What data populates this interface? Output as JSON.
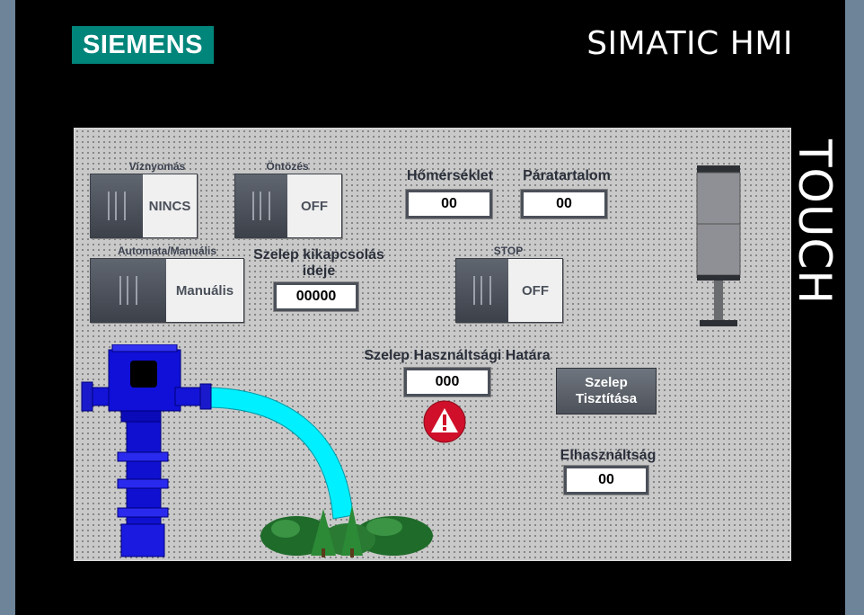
{
  "brand": {
    "logo": "SIEMENS",
    "product": "SIMATIC HMI",
    "panel_type": "TOUCH"
  },
  "screen": {
    "viznyomas": {
      "label": "Víznyomás",
      "value": "NINCS"
    },
    "ontozes": {
      "label": "Öntözés",
      "value": "OFF"
    },
    "automata": {
      "label": "Automata/Manuális",
      "value": "Manuális"
    },
    "stop": {
      "label": "STOP",
      "value": "OFF"
    },
    "homerseklet": {
      "label": "Hőmérséklet",
      "value": "00"
    },
    "paratartalom": {
      "label": "Páratartalom",
      "value": "00"
    },
    "szelep_ido": {
      "label_line1": "Szelep kikapcsolás",
      "label_line2": "ideje",
      "value": "00000"
    },
    "hasznalati_hatar": {
      "label": "Szelep Használtsági Határa",
      "value": "000"
    },
    "tisztitas_button": {
      "line1": "Szelep",
      "line2": "Tisztítása"
    },
    "elhasznaltsag": {
      "label": "Elhasználtság",
      "value": "00"
    }
  },
  "colors": {
    "brand_green": "#00857a",
    "water": "#00f0ff",
    "pump_blue": "#1010d0",
    "alarm_red": "#d0102a"
  },
  "icons": [
    "warning-icon",
    "pump-icon",
    "water-stream",
    "bush-icon",
    "signal-tower-icon"
  ]
}
